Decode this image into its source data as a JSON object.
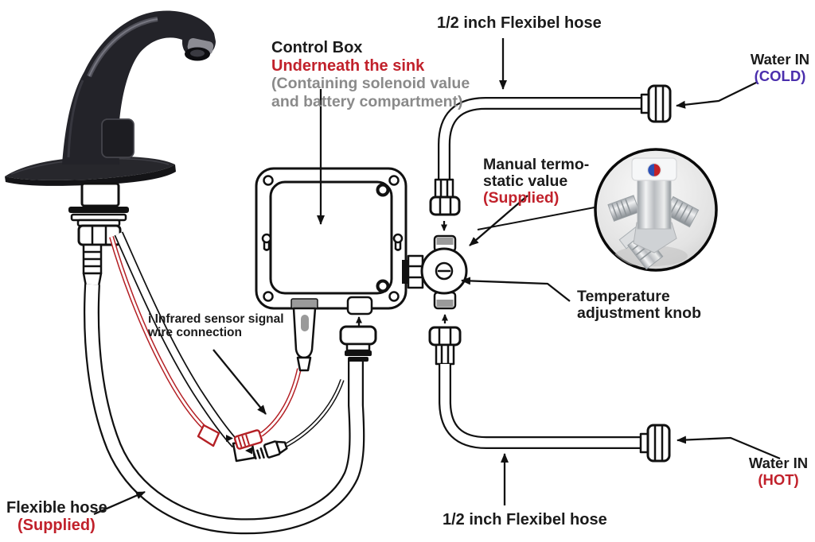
{
  "diagram": {
    "labels": {
      "top_hose": "1/2 inch Flexibel hose",
      "bottom_hose": "1/2 inch Flexibel hose",
      "water_in_cold": {
        "line1": "Water IN",
        "line2": "(COLD)"
      },
      "water_in_hot": {
        "line1": "Water IN",
        "line2": "(HOT)"
      },
      "control_box": {
        "title": "Control Box",
        "subtitle": "Underneath the sink",
        "desc1": "(Containing solenoid value",
        "desc2": "and battery compartment)"
      },
      "thermo_valve": {
        "line1": "Manual termo-",
        "line2": "static value",
        "line3": "(Supplied)"
      },
      "temp_knob": {
        "line1": "Temperature",
        "line2": "adjustment knob"
      },
      "infrared": {
        "line1": "i Infrared sensor signal",
        "line2": "wire connection"
      },
      "flexible_hose": {
        "line1": "Flexible hose",
        "line2": "(Supplied)"
      }
    },
    "colors": {
      "label_black": "#1b1b1b",
      "label_red": "#c1212b",
      "label_gray": "#8a8a8a",
      "label_purple": "#4b2fad",
      "line": "#111111",
      "wire_red": "#b42025",
      "cap_gray": "#9a9a9a"
    }
  }
}
